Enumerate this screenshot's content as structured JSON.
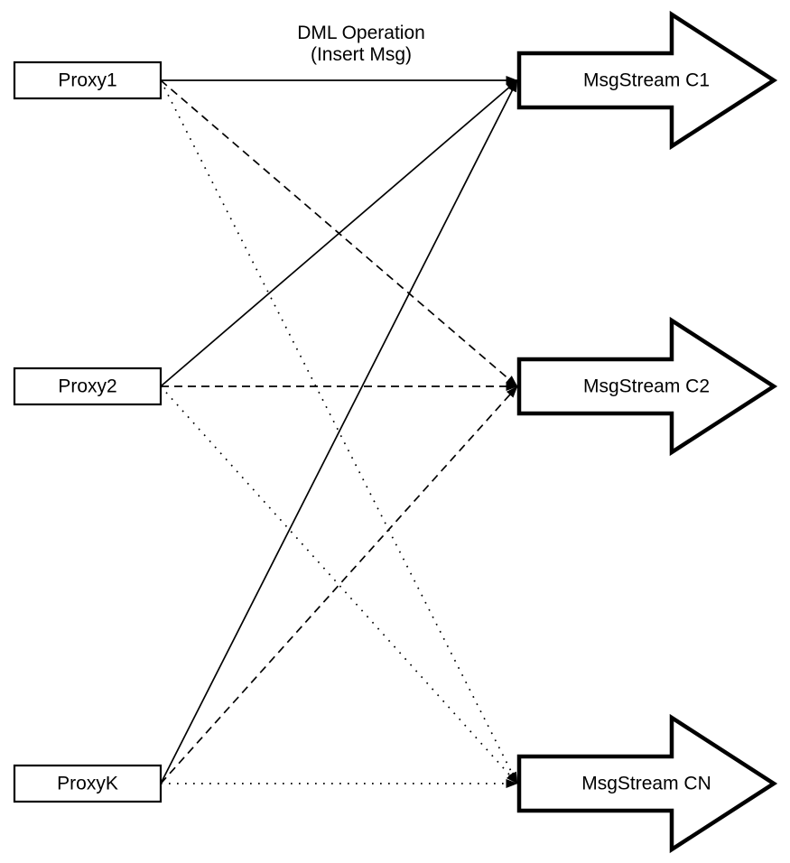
{
  "diagram": {
    "colors": {
      "background": "#ffffff",
      "stroke": "#000000",
      "node_fill": "#ffffff"
    },
    "annotation": {
      "line1": "DML Operation",
      "line2": "(Insert Msg)"
    },
    "proxies": [
      {
        "id": "proxy1",
        "label": "Proxy1"
      },
      {
        "id": "proxy2",
        "label": "Proxy2"
      },
      {
        "id": "proxyk",
        "label": "ProxyK"
      }
    ],
    "streams": [
      {
        "id": "c1",
        "label": "MsgStream C1"
      },
      {
        "id": "c2",
        "label": "MsgStream C2"
      },
      {
        "id": "cn",
        "label": "MsgStream CN"
      }
    ],
    "edges": [
      {
        "from": "proxy1",
        "to": "c1",
        "style": "solid"
      },
      {
        "from": "proxy1",
        "to": "c2",
        "style": "dashed"
      },
      {
        "from": "proxy1",
        "to": "cn",
        "style": "dotted"
      },
      {
        "from": "proxy2",
        "to": "c1",
        "style": "solid"
      },
      {
        "from": "proxy2",
        "to": "c2",
        "style": "dashed"
      },
      {
        "from": "proxy2",
        "to": "cn",
        "style": "dotted"
      },
      {
        "from": "proxyk",
        "to": "c1",
        "style": "solid"
      },
      {
        "from": "proxyk",
        "to": "c2",
        "style": "dashed"
      },
      {
        "from": "proxyk",
        "to": "cn",
        "style": "dotted"
      }
    ]
  }
}
